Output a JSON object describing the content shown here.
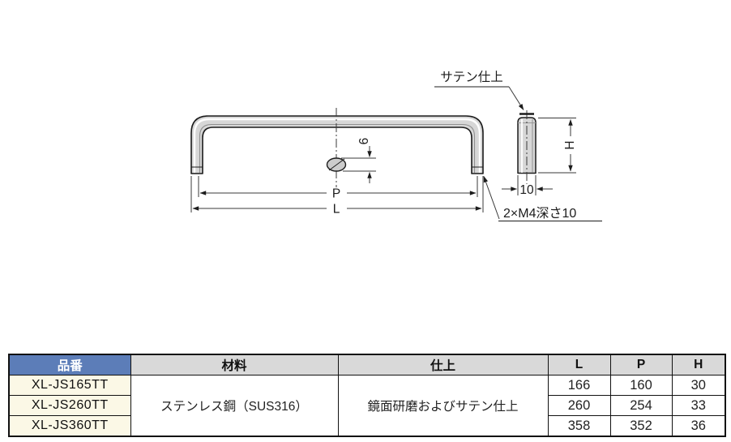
{
  "drawing": {
    "satin_label": "サテン仕上",
    "thread_note": "2×M4深さ10",
    "dims": {
      "p": "P",
      "l": "L",
      "h": "H",
      "six": "6",
      "ten": "10"
    }
  },
  "table": {
    "headers": {
      "part_no": "品番",
      "material": "材料",
      "finish": "仕上",
      "l": "L",
      "p": "P",
      "h": "H"
    },
    "material": "ステンレス鋼（SUS316）",
    "finish": "鏡面研磨およびサテン仕上",
    "rows": [
      {
        "part_no": "XL-JS165TT",
        "l": "166",
        "p": "160",
        "h": "30"
      },
      {
        "part_no": "XL-JS260TT",
        "l": "260",
        "p": "254",
        "h": "33"
      },
      {
        "part_no": "XL-JS360TT",
        "l": "358",
        "p": "352",
        "h": "36"
      }
    ]
  },
  "colors": {
    "header_blue": "#5c7db8",
    "header_gray": "#d9d9d9",
    "part_cell_cream": "#fbf8e6",
    "outline": "#1c1c1c",
    "metal_fill": "#d7d7d7"
  }
}
